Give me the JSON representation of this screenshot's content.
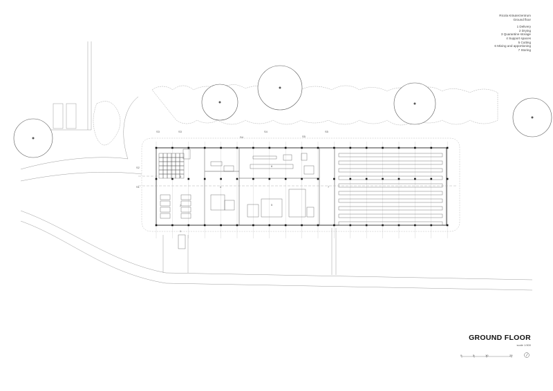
{
  "legend": {
    "project": "Ricola Kräuterzentrum",
    "floor": "Ground floor",
    "rooms": [
      "1 Delivery",
      "2 Drying",
      "3 Quarantine storage",
      "4 Support spaces",
      "5 Cutting",
      "6 Mixing and apportioning",
      "7 Storing"
    ]
  },
  "title": "GROUND FLOOR",
  "scale": "scale 1:500",
  "scale_bar": [
    "0",
    "5",
    "10",
    "20"
  ],
  "section_marks": {
    "s1": "S1",
    "s2": "S2",
    "s3a": "S3",
    "s3b": "S3",
    "s4a": "S4",
    "s4b": "S4",
    "s5a": "S5",
    "s5b": "S5"
  },
  "room_numbers": {
    "r3": "3",
    "r2": "2",
    "r4": "4",
    "r6": "6",
    "r5": "5",
    "r7": "7",
    "r1": "1"
  }
}
